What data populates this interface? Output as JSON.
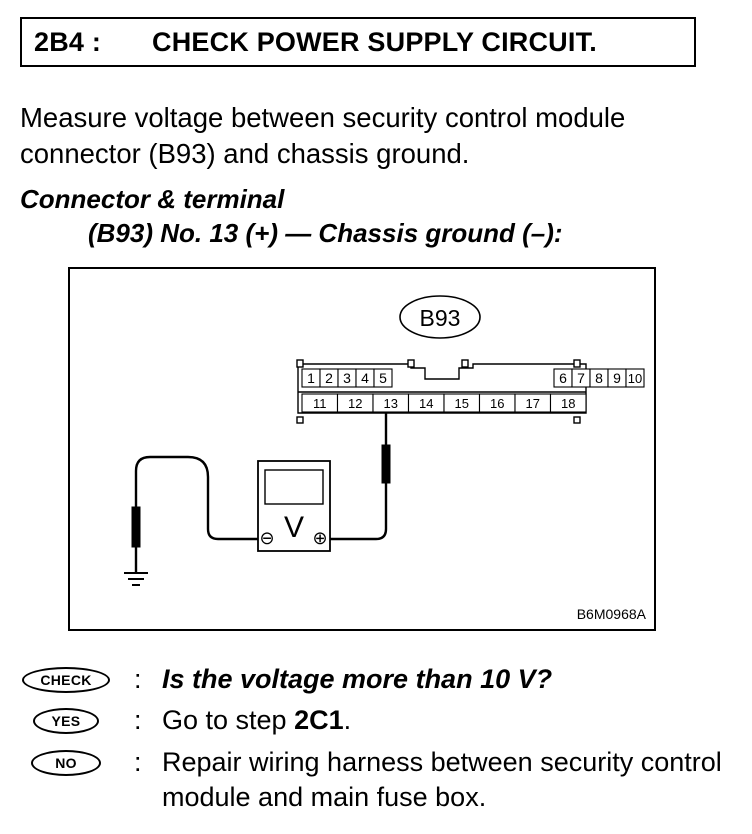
{
  "title": {
    "step": "2B4 :",
    "text": "CHECK POWER SUPPLY CIRCUIT."
  },
  "intro": "Measure voltage between security control module connector (B93) and chassis ground.",
  "connector": {
    "heading": "Connector & terminal",
    "terminal": "(B93) No. 13 (+) — Chassis ground (–):"
  },
  "diagram": {
    "connector_label": "B93",
    "top_row_pins": [
      "1",
      "2",
      "3",
      "4",
      "5",
      "6",
      "7",
      "8",
      "9",
      "10"
    ],
    "bottom_row_pins": [
      "11",
      "12",
      "13",
      "14",
      "15",
      "16",
      "17",
      "18"
    ],
    "meter_symbol": "V",
    "meter_minus": "⊖",
    "meter_plus": "⊕",
    "figure_code": "B6M0968A"
  },
  "qa": [
    {
      "badge": "CHECK",
      "colon": ":",
      "text": "Is the voltage more than 10 V?"
    },
    {
      "badge": "YES",
      "colon": ":",
      "text_prefix": "Go to step ",
      "text_bold": "2C1",
      "text_suffix": "."
    },
    {
      "badge": "NO",
      "colon": ":",
      "text": "Repair wiring harness between security control module and main fuse box."
    }
  ]
}
